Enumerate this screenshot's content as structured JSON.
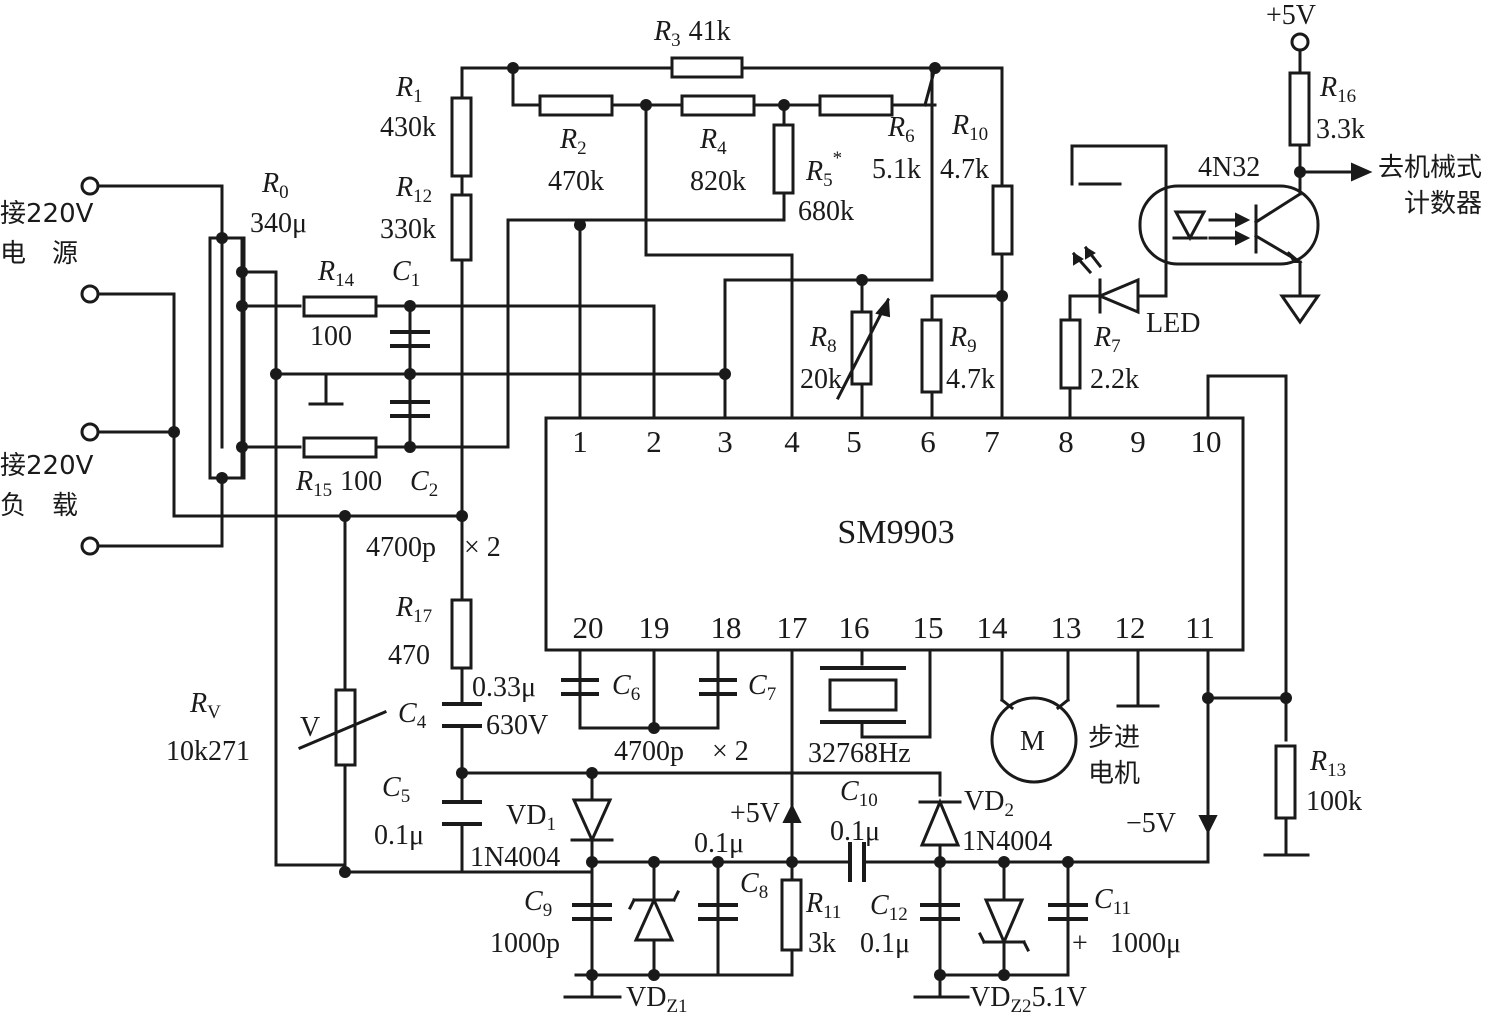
{
  "chip": {
    "name": "SM9903",
    "pins_top": [
      "1",
      "2",
      "3",
      "4",
      "5",
      "6",
      "7",
      "8",
      "9",
      "10"
    ],
    "pins_bottom": [
      "20",
      "19",
      "18",
      "17",
      "16",
      "15",
      "14",
      "13",
      "12",
      "11"
    ]
  },
  "terminals": {
    "source": "接220V",
    "source2": "电　源",
    "load": "接220V",
    "load2": "负　载"
  },
  "resistors": {
    "R0": {
      "letter": "R",
      "sub": "0",
      "value": "340μ"
    },
    "R1": {
      "letter": "R",
      "sub": "1",
      "value": "430k"
    },
    "R2": {
      "letter": "R",
      "sub": "2",
      "value": "470k"
    },
    "R3": {
      "letter": "R",
      "sub": "3",
      "value": "41k"
    },
    "R4": {
      "letter": "R",
      "sub": "4",
      "value": "820k"
    },
    "R5": {
      "letter": "R",
      "sub": "5",
      "mark": "*",
      "value": "680k"
    },
    "R6": {
      "letter": "R",
      "sub": "6",
      "value": "5.1k"
    },
    "R7": {
      "letter": "R",
      "sub": "7",
      "value": "2.2k"
    },
    "R8": {
      "letter": "R",
      "sub": "8",
      "value": "20k"
    },
    "R9": {
      "letter": "R",
      "sub": "9",
      "value": "4.7k"
    },
    "R10": {
      "letter": "R",
      "sub": "10",
      "value": "4.7k"
    },
    "R11": {
      "letter": "R",
      "sub": "11",
      "value": "3k"
    },
    "R12": {
      "letter": "R",
      "sub": "12",
      "value": "330k"
    },
    "R13": {
      "letter": "R",
      "sub": "13",
      "value": "100k"
    },
    "R14": {
      "letter": "R",
      "sub": "14",
      "value": "100"
    },
    "R15": {
      "letter": "R",
      "sub": "15",
      "value": "100"
    },
    "R16": {
      "letter": "R",
      "sub": "16",
      "value": "3.3k"
    },
    "R17": {
      "letter": "R",
      "sub": "17",
      "value": "470"
    },
    "RV": {
      "letter": "R",
      "sub": "V",
      "value": "10k271",
      "symbol": "V"
    }
  },
  "capacitors": {
    "C1": {
      "letter": "C",
      "sub": "1"
    },
    "C2": {
      "letter": "C",
      "sub": "2"
    },
    "C12_value": "4700p　× 2",
    "C4": {
      "letter": "C",
      "sub": "4",
      "value": "630V",
      "value2": "0.33μ"
    },
    "C5": {
      "letter": "C",
      "sub": "5",
      "value": "0.1μ"
    },
    "C6": {
      "letter": "C",
      "sub": "6"
    },
    "C7": {
      "letter": "C",
      "sub": "7"
    },
    "C67_value": "4700p　× 2",
    "C8": {
      "letter": "C",
      "sub": "8",
      "value": "0.1μ"
    },
    "C9": {
      "letter": "C",
      "sub": "9",
      "value": "1000p"
    },
    "C10": {
      "letter": "C",
      "sub": "10",
      "value": "0.1μ"
    },
    "C11": {
      "letter": "C",
      "sub": "11",
      "value": "1000μ",
      "polarity": "+"
    },
    "C12": {
      "letter": "C",
      "sub": "12",
      "value": "0.1μ"
    }
  },
  "diodes": {
    "VD1": {
      "letter": "VD",
      "sub": "1",
      "value": "1N4004"
    },
    "VD2": {
      "letter": "VD",
      "sub": "2",
      "value": "1N4004"
    },
    "VDZ1": {
      "letter": "VD",
      "sub": "Z1"
    },
    "VDZ2": {
      "letter": "VD",
      "sub": "Z2",
      "value": "5.1V"
    },
    "LED": "LED"
  },
  "other": {
    "crystal": "32768Hz",
    "motor_symbol": "M",
    "motor_label": "步进",
    "motor_label2": "电机",
    "optocoupler": "4N32",
    "output": "去机械式",
    "output2": "计数器",
    "vplus_top": "+5V",
    "vplus": "+5V",
    "vminus": "−5V"
  }
}
